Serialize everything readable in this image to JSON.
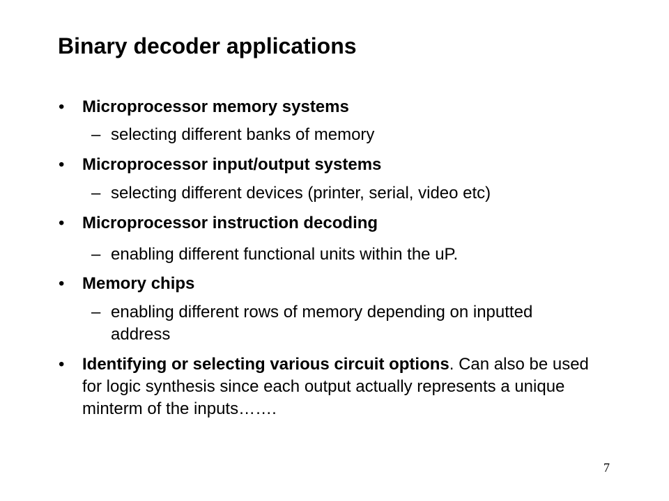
{
  "slide": {
    "title": "Binary decoder applications",
    "page_number": "7",
    "bullet_marker": "•",
    "sub_marker": "–",
    "items": [
      {
        "text": "Microprocessor memory systems",
        "sub": "selecting different banks of memory"
      },
      {
        "text": "Microprocessor input/output systems",
        "sub": "selecting different devices (printer, serial, video etc)"
      },
      {
        "text": "Microprocessor instruction decoding",
        "sub": "enabling different functional units within the uP."
      },
      {
        "text": "Memory chips",
        "sub": "enabling different rows of memory depending on inputted address"
      },
      {
        "text_bold": "Identifying or selecting various circuit options",
        "text_rest": ". Can also be used for logic synthesis since each output actually represents a unique minterm of the inputs……."
      }
    ]
  }
}
